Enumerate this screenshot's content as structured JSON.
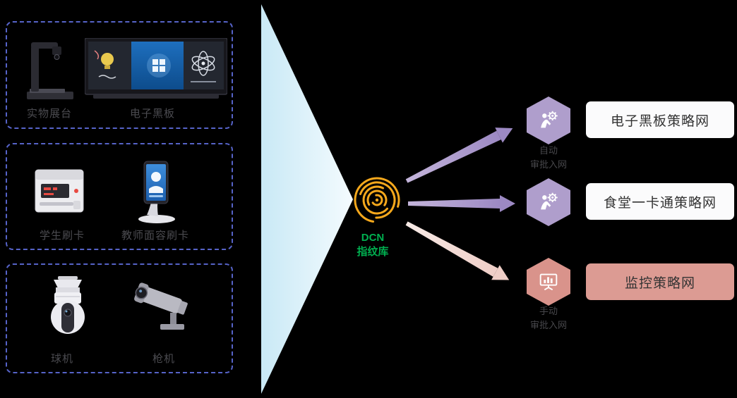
{
  "groups": [
    {
      "items": [
        {
          "label": "实物展台"
        },
        {
          "label": "电子黑板"
        }
      ]
    },
    {
      "items": [
        {
          "label": "学生刷卡"
        },
        {
          "label": "教师面容刷卡"
        }
      ]
    },
    {
      "items": [
        {
          "label": "球机"
        },
        {
          "label": "枪机"
        }
      ]
    }
  ],
  "hub": {
    "name": "DCN",
    "label": "指纹库"
  },
  "flows": [
    {
      "note_line1": "自动",
      "note_line2": "审批入网",
      "target": "电子黑板策略网"
    },
    {
      "target": "食堂一卡通策略网"
    },
    {
      "note_line1": "手动",
      "note_line2": "审批入网",
      "target": "监控策略网"
    }
  ],
  "colors": {
    "background": "#000000",
    "dashed_border": "#5663C8",
    "fingerprint": "#F5A81C",
    "hub_text": "#00B050",
    "arrow_purple": "#9C89C3",
    "arrow_pink": "#EFCEC7",
    "hex_purple": "#AF9ECC",
    "hex_pink": "#D9938B",
    "target_pink": "#DC9B93",
    "target_white": "#FBFBFC"
  }
}
